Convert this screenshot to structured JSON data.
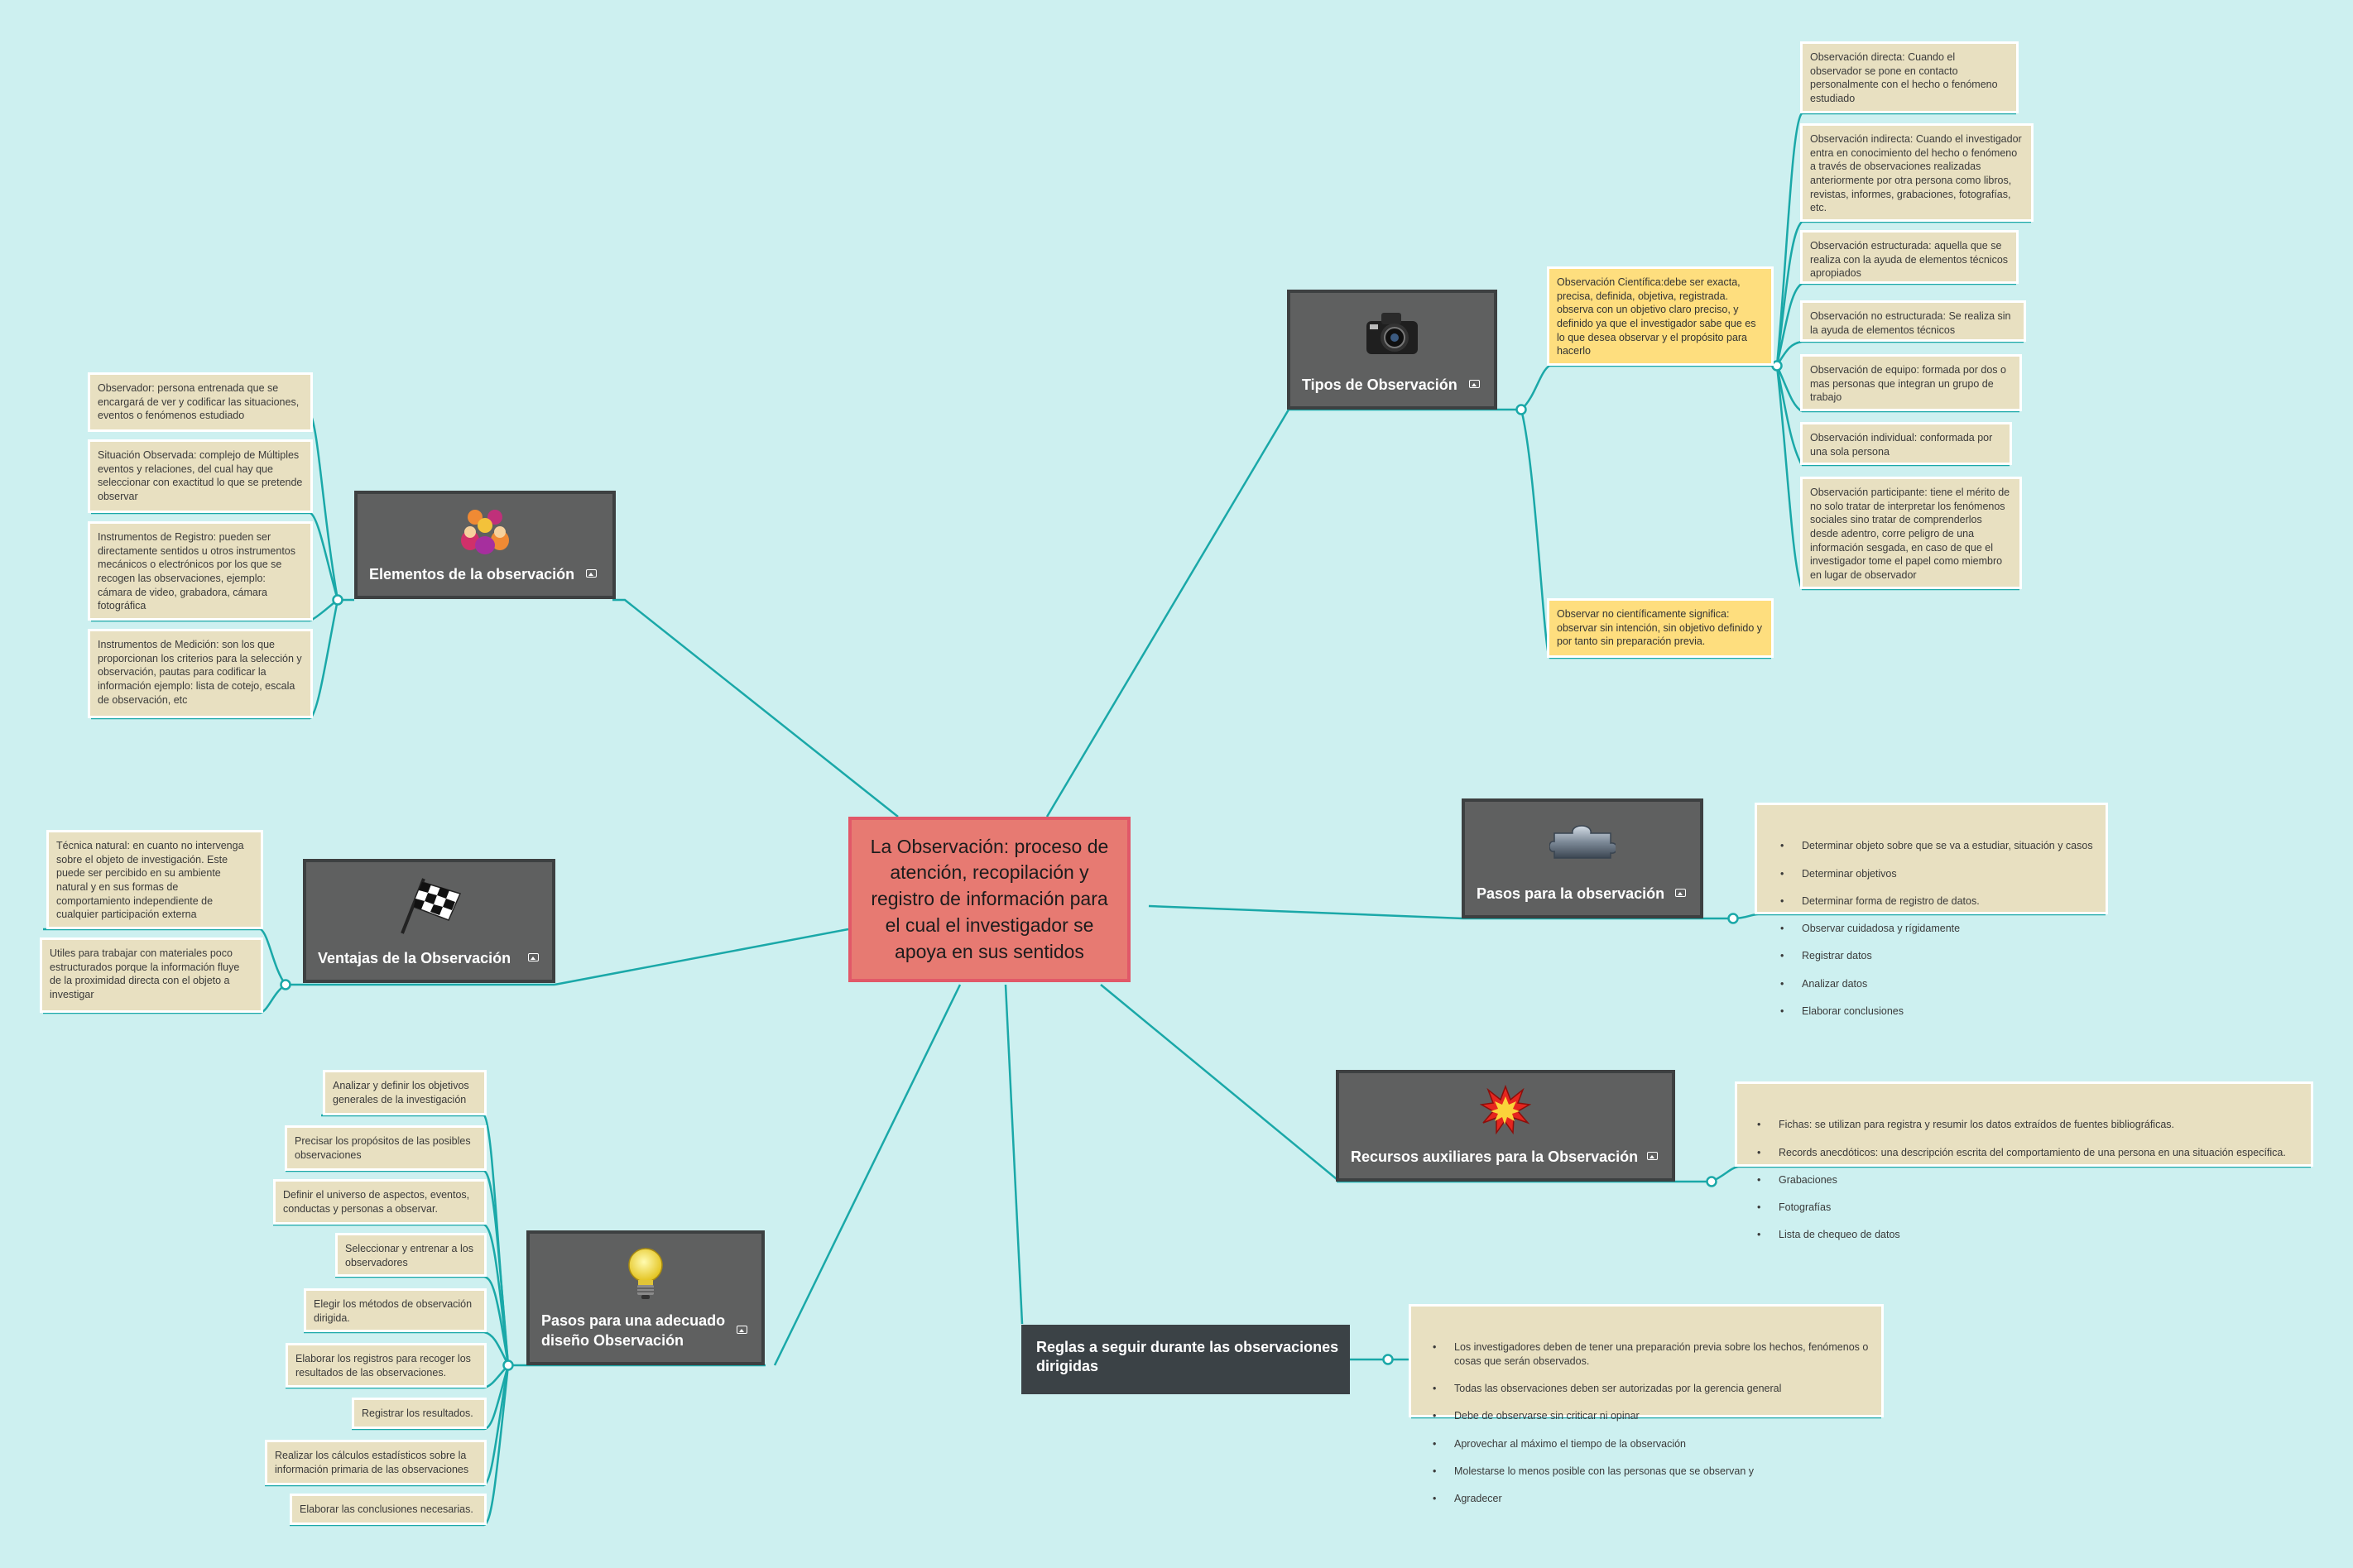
{
  "central": {
    "text": "La Observación: proceso de atención, recopilación y registro de información para el cual el investigador se apoya en sus sentidos"
  },
  "branches": {
    "elementos": {
      "label": "Elementos de la observación",
      "icon": "people-group-icon"
    },
    "tipos": {
      "label": "Tipos de Observación",
      "icon": "camera-icon"
    },
    "ventajas": {
      "label": "Ventajas de la Observación",
      "icon": "checkered-flag-icon"
    },
    "pasos_obs": {
      "label": "Pasos para la observación",
      "icon": "steel-puzzle-piece-icon"
    },
    "recursos": {
      "label": "Recursos auxiliares para la Observación",
      "icon": "explosion-icon"
    },
    "pasos_diseno": {
      "label": "Pasos para una adecuado diseño  Observación",
      "icon": "light-bulb-icon"
    },
    "reglas": {
      "label": "Reglas a seguir durante las observaciones dirigidas"
    }
  },
  "notes": {
    "elementos": [
      "Observador: persona entrenada que se encargará de ver y codificar las situaciones, eventos o fenómenos estudiado",
      "Situación Observada: complejo de Múltiples eventos y relaciones, del cual hay que seleccionar con exactitud lo que se pretende observar",
      "Instrumentos de Registro: pueden ser directamente sentidos u otros instrumentos mecánicos o electrónicos por los que se recogen las observaciones, ejemplo: cámara de video, grabadora, cámara fotográfica",
      "Instrumentos de Medición: son los que proporcionan los criterios para la selección y observación, pautas para codificar la información ejemplo: lista de cotejo, escala de observación, etc"
    ],
    "tipos_main": [
      "Observación Científica:debe ser exacta, precisa, definida, objetiva, registrada. observa con un objetivo claro preciso, y definido ya que el investigador sabe que es lo que desea observar y el propósito para hacerlo",
      "Observar no científicamente significa: observar sin intención, sin objetivo definido y por tanto sin preparación previa."
    ],
    "tipos_cientifica": [
      "Observación directa: Cuando el observador se pone en contacto personalmente con el hecho o fenómeno estudiado",
      "Observación indirecta: Cuando el investigador entra en conocimiento del hecho o fenómeno a través de observaciones realizadas anteriormente por otra persona como libros, revistas, informes, grabaciones, fotografías, etc.",
      "Observación estructurada: aquella que se realiza con la ayuda de elementos técnicos apropiados",
      "Observación no estructurada: Se realiza sin la ayuda de elementos técnicos",
      "Observación de equipo: formada por dos o mas personas que integran un grupo de trabajo",
      "Observación individual: conformada por una sola persona",
      "Observación participante: tiene el mérito de no solo tratar de interpretar los fenómenos sociales sino tratar de comprenderlos desde adentro, corre peligro de una información sesgada, en caso de que el investigador tome el papel como miembro en lugar de observador"
    ],
    "ventajas": [
      "Técnica natural: en cuanto no intervenga sobre el objeto de investigación. Este puede ser percibido en su ambiente natural y en sus formas de comportamiento independiente de cualquier participación externa",
      "Utiles para trabajar con materiales poco estructurados porque la información fluye de la proximidad directa con el objeto a investigar"
    ],
    "pasos_obs": [
      "Determinar objeto sobre que se va a estudiar, situación y casos",
      "Determinar objetivos",
      "Determinar forma de registro de datos.",
      "Observar cuidadosa y rígidamente",
      "Registrar datos",
      "Analizar datos",
      "Elaborar conclusiones"
    ],
    "recursos": [
      "Fichas: se utilizan para registra y resumir los datos extraídos de fuentes bibliográficas.",
      "Records anecdóticos: una descripción escrita del comportamiento de una persona en una situación específica.",
      "Grabaciones",
      "Fotografías",
      "Lista de chequeo de datos"
    ],
    "reglas": [
      "Los investigadores deben de tener una preparación previa sobre los hechos, fenómenos o cosas que serán observados.",
      "Todas las observaciones deben ser autorizadas por la gerencia general",
      "Debe de observarse sin criticar ni opinar",
      "Aprovechar al máximo el tiempo de la observación",
      "Molestarse lo menos posible con las personas que se observan y",
      "Agradecer"
    ],
    "pasos_diseno": [
      "Analizar y definir los objetivos generales de la investigación",
      "Precisar los propósitos de las posibles observaciones",
      "Definir el universo de aspectos, eventos, conductas y personas a observar.",
      "Seleccionar y entrenar a los observadores",
      "Elegir los métodos de observación dirigida.",
      "Elaborar los registros para recoger los resultados de las observaciones.",
      "Registrar los resultados.",
      "Realizar los cálculos estadísticos sobre la información primaria de las observaciones",
      "Elaborar las conclusiones necesarias."
    ]
  },
  "colors": {
    "background": "#cdf0f0",
    "connector": "#1aa8a8",
    "central_fill": "#e77a72",
    "central_border": "#e15868",
    "branch_fill": "#5f6060",
    "note_fill": "#e8e0c1",
    "highlight_note_fill": "#fede7e"
  }
}
